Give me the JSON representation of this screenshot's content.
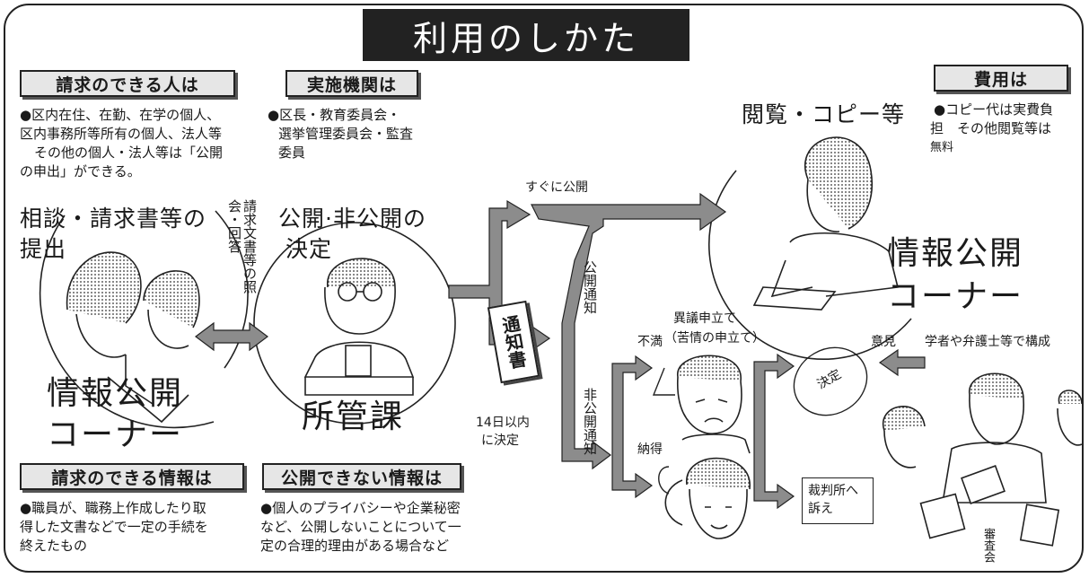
{
  "title": "利用のしかた",
  "left_column": {
    "heading": "請求のできる人は",
    "text_1": "●区内在住、在勤、在学の個人、",
    "text_2": "区内事務所等所有の個人、法人等",
    "text_3": "その他の個人・法人等は「公開",
    "text_4": "の申出」ができる。",
    "step_1": "相談・請求書等の",
    "step_2": "提出",
    "inquiry": "請求文書等の照会・回答",
    "corner_1": "情報公開",
    "corner_2": "コーナー"
  },
  "center_column": {
    "heading": "実施機関は",
    "text_1": "●区長・教育委員会・",
    "text_2": "選挙管理委員会・監査",
    "text_3": "委員",
    "decision_1": "公開·非公開の",
    "decision_2": "決定",
    "section": "所管課",
    "deadline_1": "14日以内",
    "deadline_2": "に決定"
  },
  "flow": {
    "immediate": "すぐに公開",
    "notice_doc": "通知書",
    "public_notice": "公開通知",
    "nonpublic_notice": "非公開通知",
    "objection_1": "異議申立て",
    "objection_2": "（苦情の申立て）",
    "dissatisfied": "不満",
    "satisfied": "納得",
    "verdict": "決定",
    "opinion": "意見",
    "council_members": "学者や弁護士等で構成",
    "council": "審査会",
    "court_1": "裁判所へ",
    "court_2": "訴え"
  },
  "right_column": {
    "heading": "費用は",
    "text_1": "●コピー代は実費負",
    "text_2": "担　その他閲覧等は",
    "text_3": "無料",
    "view_copy": "閲覧・コピー等",
    "corner_1": "情報公開",
    "corner_2": "コーナー"
  },
  "bottom": {
    "info_heading": "請求のできる情報は",
    "info_1": "●職員が、職務上作成したり取",
    "info_2": "得した文書などで一定の手続を",
    "info_3": "終えたもの",
    "nondisclosure_heading": "公開できない情報は",
    "nondisclosure_1": "●個人のプライバシーや企業秘密",
    "nondisclosure_2": "など、公開しないことについて一",
    "nondisclosure_3": "定の合理的理由がある場合など"
  },
  "colors": {
    "arrow_gray": "#8c8c8c",
    "ink": "#1a1a1a",
    "heading_bg": "#e6e6e6"
  },
  "icons": [
    "person-drawing",
    "official-drawing",
    "reader-drawing",
    "worried-person-drawing",
    "satisfied-person-drawing",
    "council-drawing",
    "double-arrow",
    "flow-arrow"
  ]
}
